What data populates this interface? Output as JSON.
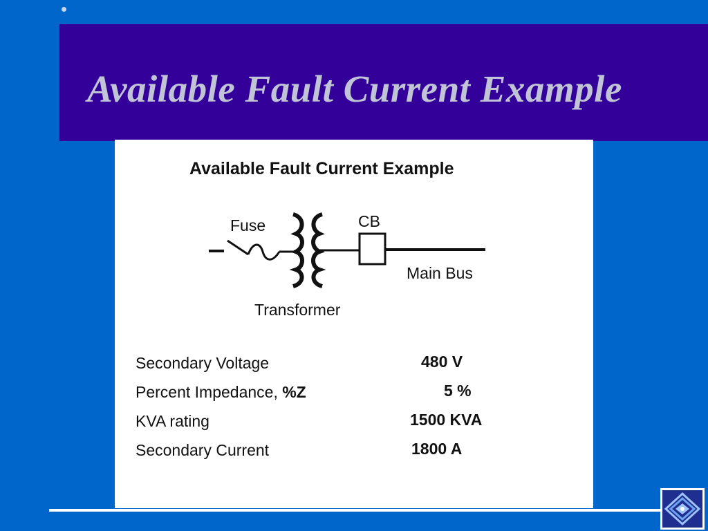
{
  "slide": {
    "title": "Available Fault Current Example"
  },
  "figure": {
    "title": "Available Fault Current Example",
    "labels": {
      "fuse": "Fuse",
      "cb": "CB",
      "main_bus": "Main Bus",
      "transformer": "Transformer"
    },
    "rows": [
      {
        "label": "Secondary Voltage",
        "label_suffix": "",
        "value": "480 V"
      },
      {
        "label": "Percent Impedance, ",
        "label_suffix": "%Z",
        "value": "5 %"
      },
      {
        "label": "KVA rating",
        "label_suffix": "",
        "value": "1500 KVA"
      },
      {
        "label": "Secondary Current",
        "label_suffix": "",
        "value": "1800 A"
      }
    ]
  },
  "colors": {
    "background": "#0066cc",
    "title_band": "#330099",
    "title_text": "#c0c4d6",
    "panel": "#ffffff"
  },
  "icons": {
    "bullets": "bullet-dot-icon",
    "logo": "diamond-logo-icon"
  }
}
